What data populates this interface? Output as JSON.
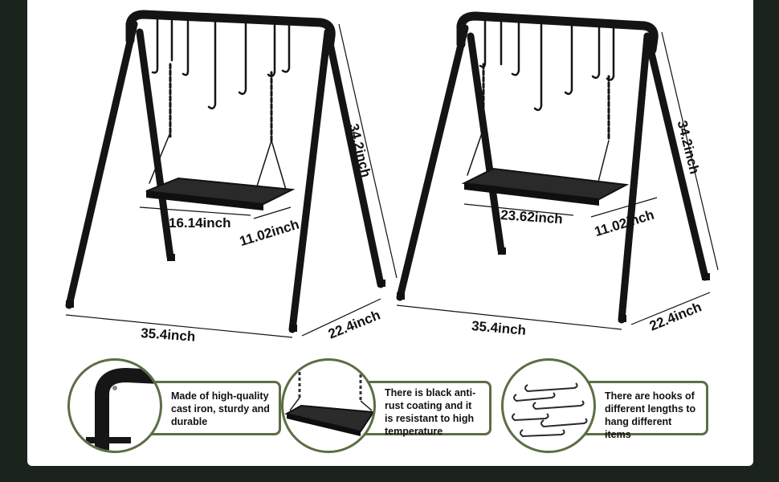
{
  "stand_left": {
    "height_label": "34.2inch",
    "grill_length_label": "16.14inch",
    "grill_width_label": "11.02inch",
    "base_length_label": "35.4inch",
    "base_depth_label": "22.4inch"
  },
  "stand_right": {
    "height_label": "34.2inch",
    "grill_length_label": "23.62inch",
    "grill_width_label": "11.02inch",
    "base_length_label": "35.4inch",
    "base_depth_label": "22.4inch"
  },
  "features": [
    {
      "text": "Made of high-quality cast iron, sturdy and durable"
    },
    {
      "text": "There is black anti-rust coating and it is resistant to high temperature"
    },
    {
      "text": "There are hooks of different lengths to hang different items"
    }
  ],
  "colors": {
    "frame": "#141414",
    "accent_border": "#5c6e45",
    "background": "#1b231d"
  }
}
